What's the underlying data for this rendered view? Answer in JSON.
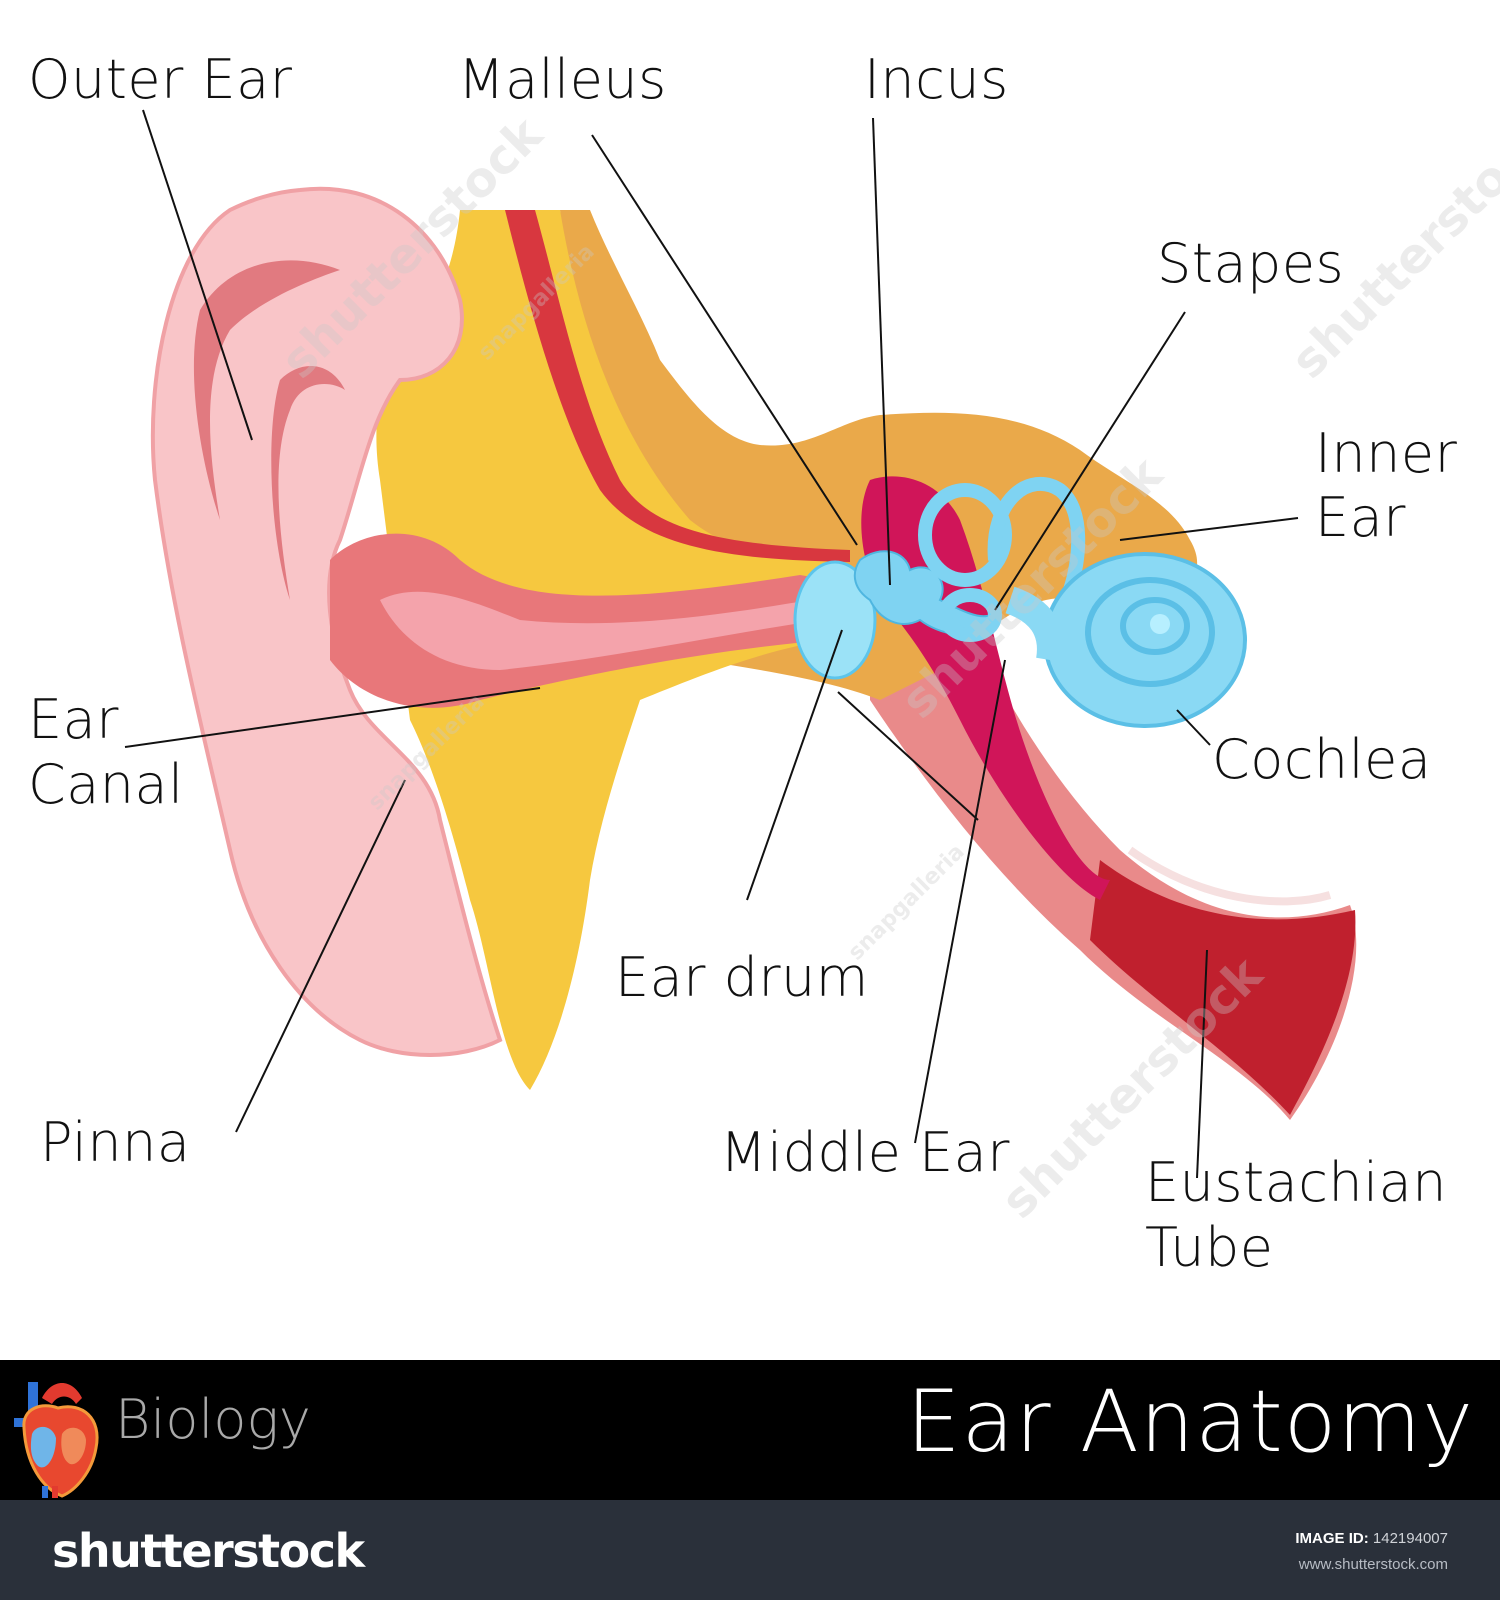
{
  "diagram": {
    "title": "Ear Anatomy",
    "category": "Biology",
    "labels": {
      "outer_ear": "Outer Ear",
      "malleus": "Malleus",
      "incus": "Incus",
      "stapes": "Stapes",
      "inner_ear_line1": "Inner",
      "inner_ear_line2": "Ear",
      "ear_canal_line1": "Ear",
      "ear_canal_line2": "Canal",
      "cochlea": "Cochlea",
      "ear_drum": "Ear drum",
      "pinna": "Pinna",
      "middle_ear": "Middle Ear",
      "eustachian_line1": "Eustachian",
      "eustachian_line2": "Tube"
    },
    "colors": {
      "pinna_pink": "#f9c5c8",
      "canal_salmon": "#e8777a",
      "fat_yellow": "#f7cf4a",
      "bone_orange": "#e8a84a",
      "ossicle_blue": "#7fd3f2",
      "middle_ear_magenta": "#d01559",
      "tube_red": "#c0202e"
    }
  },
  "watermarks": {
    "stock": "shutterstock",
    "artist": "snapgalleria"
  },
  "footer": {
    "brand": "shutterstock",
    "image_id_label": "IMAGE ID:",
    "image_id_value": "142194007",
    "url": "www.shutterstock.com"
  }
}
